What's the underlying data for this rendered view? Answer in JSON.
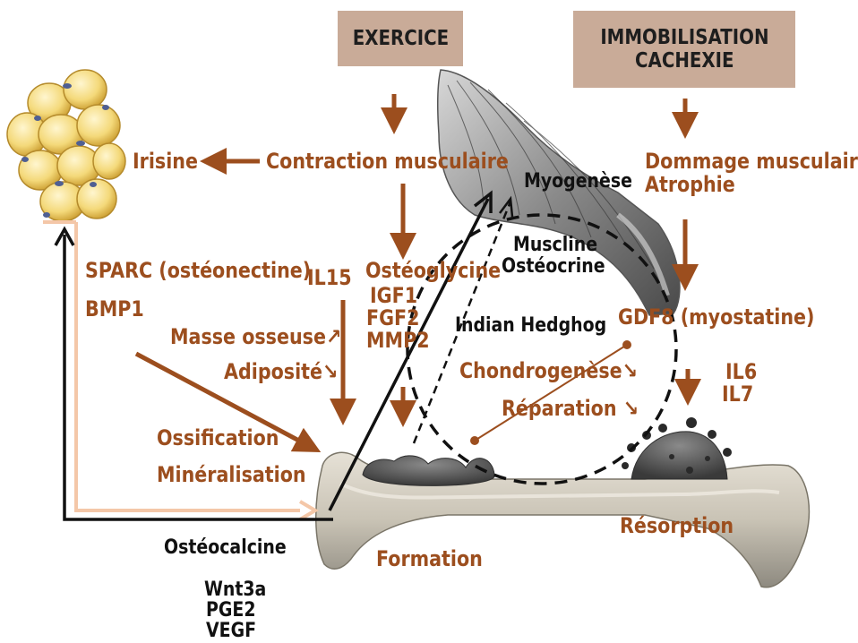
{
  "colors": {
    "label_brown": "#9c4e1e",
    "label_black": "#111111",
    "box_fill": "#c9ab98",
    "arrow_peach": "#f4c7a8"
  },
  "boxes": {
    "exercise": "EXERCICE",
    "immobilisation": [
      "IMMOBILISATION",
      "CACHEXIE"
    ]
  },
  "muscle_pathway": {
    "contraction": "Contraction musculaire",
    "irisin": "Irisine",
    "damage": "Dommage musculaire",
    "atrophy": "Atrophie",
    "gdf8": "GDF8 (myostatine)",
    "interleukins": [
      "IL6",
      "IL7"
    ]
  },
  "left_factors": {
    "sparc": "SPARC (ostéonectine)",
    "bmp1": "BMP1",
    "il15": "IL15",
    "bone_mass": "Masse osseuse↗",
    "adiposity": "Adiposité↘",
    "ossification": "Ossification",
    "mineralisation": "Minéralisation"
  },
  "center_factors": [
    "Ostéoglycine",
    "IGF1",
    "FGF2",
    "MMP2"
  ],
  "circle_labels": {
    "myogenesis": "Myogenèse",
    "muscline": "Muscline",
    "osteocrine": "Ostéocrine",
    "indian_hedgehog": "Indian Hedghog",
    "chondrogenesis": "Chondrogenèse↘",
    "repair": "Réparation ↘"
  },
  "bone_outputs": {
    "osteocalcin": "Ostéocalcine",
    "others": [
      "Wnt3a",
      "PGE2",
      "VEGF"
    ],
    "formation": "Formation",
    "resorption": "Résorption"
  },
  "icons": [
    "fat-cells-illustration",
    "muscle-illustration",
    "bone-illustration"
  ]
}
